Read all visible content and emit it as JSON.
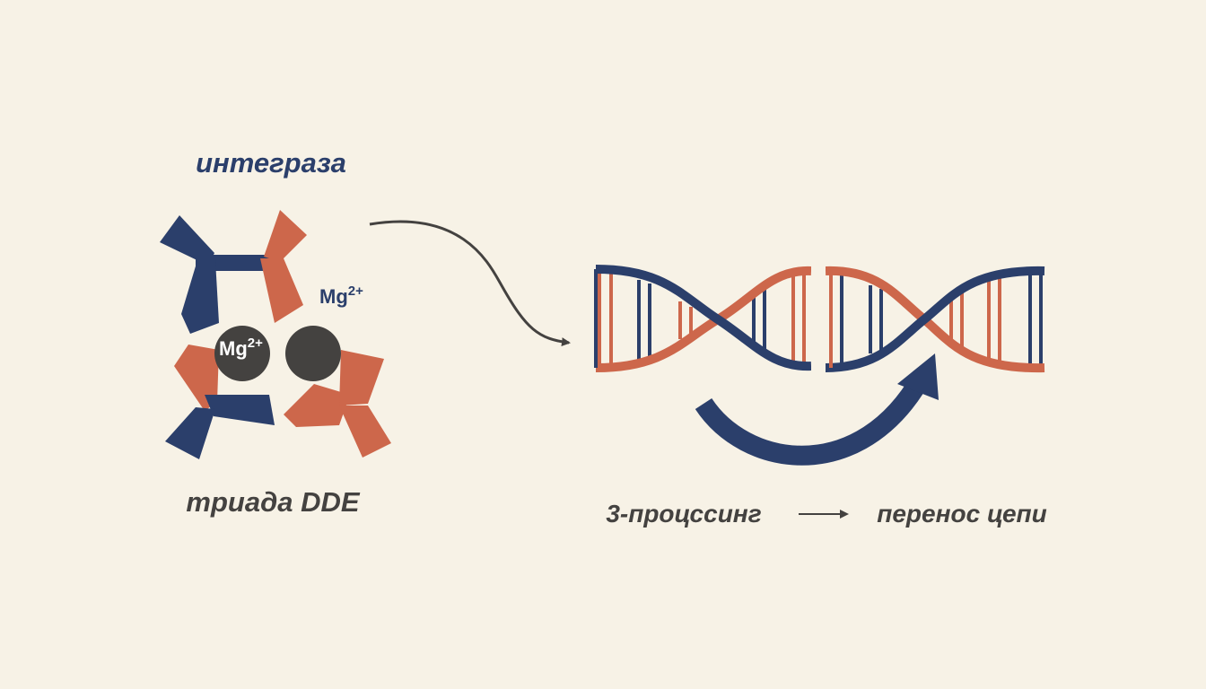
{
  "colors": {
    "background": "#f7f2e6",
    "navy": "#2b3f6b",
    "orange": "#cd674b",
    "dark": "#444240"
  },
  "labels": {
    "integrase": "интеграза",
    "triad": "триада DDE",
    "mg_base": "Mg",
    "mg_charge": "2+",
    "processing": "3-процссинг",
    "transfer": "перенос цепи"
  },
  "icons": {
    "flow_arrow": "curved-arrow-icon",
    "strand_transfer_arrow": "curved-arrow-icon",
    "process_arrow": "arrow-right-icon"
  }
}
